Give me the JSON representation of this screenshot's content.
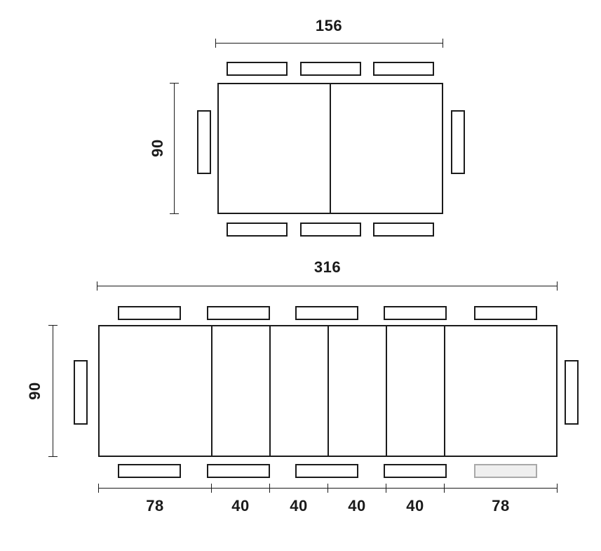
{
  "closed_table": {
    "description": "table-top-view-closed",
    "width_label": "156",
    "height_label": "90"
  },
  "extended_table": {
    "description": "table-top-view-extended",
    "width_label": "316",
    "height_label": "90",
    "segments": [
      "78",
      "40",
      "40",
      "40",
      "40",
      "78"
    ]
  },
  "colors": {
    "line": "#1b1b1b",
    "background": "#ffffff",
    "muted_chair_fill": "#efefef",
    "muted_chair_border": "#a9a9a9"
  }
}
